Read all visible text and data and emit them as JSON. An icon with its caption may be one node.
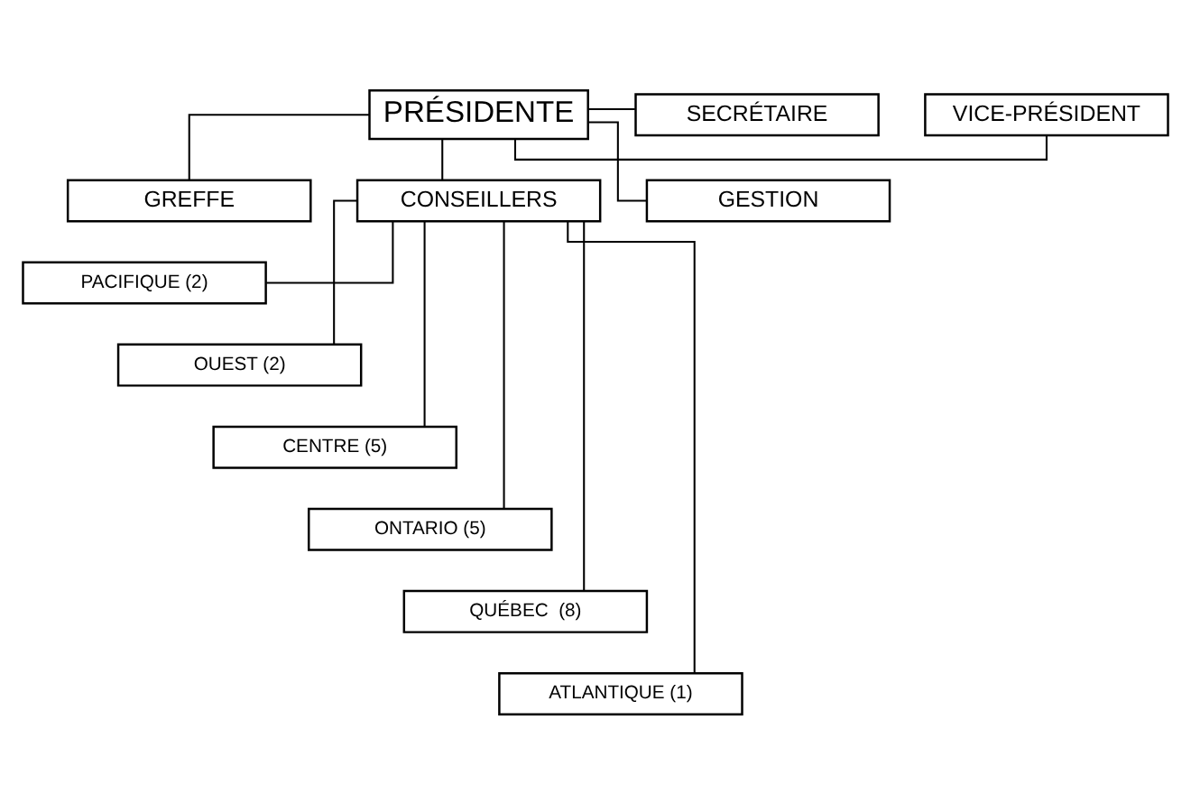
{
  "diagram": {
    "nodes": [
      {
        "text": [
          "PRÉSIDENTE"
        ]
      },
      {
        "text": [
          "VICE-PRÉSIDENT"
        ]
      },
      {
        "text": [
          "SECRÉTAIRE"
        ]
      },
      {
        "text": [
          "GREFFE"
        ]
      },
      {
        "text": [
          "CONSEILLERS"
        ]
      },
      {
        "text": [
          "GESTION"
        ]
      },
      {
        "text": [
          "PACIFIQUE (2)"
        ]
      },
      {
        "text": [
          "OUEST (2)"
        ]
      },
      {
        "text": [
          "CENTRE (5)"
        ]
      },
      {
        "text": [
          "ONTARIO (5)"
        ]
      },
      {
        "text": [
          "QUÉBEC  (8)"
        ]
      },
      {
        "text": [
          "ATLANTIQUE (1)"
        ]
      }
    ],
    "edges": [
      {
        "from": 0,
        "to": 1,
        "arrow": "none"
      },
      {
        "from": 0,
        "to": 2,
        "arrow": "none"
      },
      {
        "from": 0,
        "to": 3,
        "arrow": "none"
      },
      {
        "from": 0,
        "to": 4,
        "arrow": "none"
      },
      {
        "from": 0,
        "to": 5,
        "arrow": "none"
      },
      {
        "from": 4,
        "to": 6,
        "arrow": "none"
      },
      {
        "from": 4,
        "to": 7,
        "arrow": "none"
      },
      {
        "from": 4,
        "to": 8,
        "arrow": "none"
      },
      {
        "from": 4,
        "to": 9,
        "arrow": "none"
      },
      {
        "from": 4,
        "to": 10,
        "arrow": "none"
      },
      {
        "from": 4,
        "to": 11,
        "arrow": "none"
      }
    ]
  }
}
